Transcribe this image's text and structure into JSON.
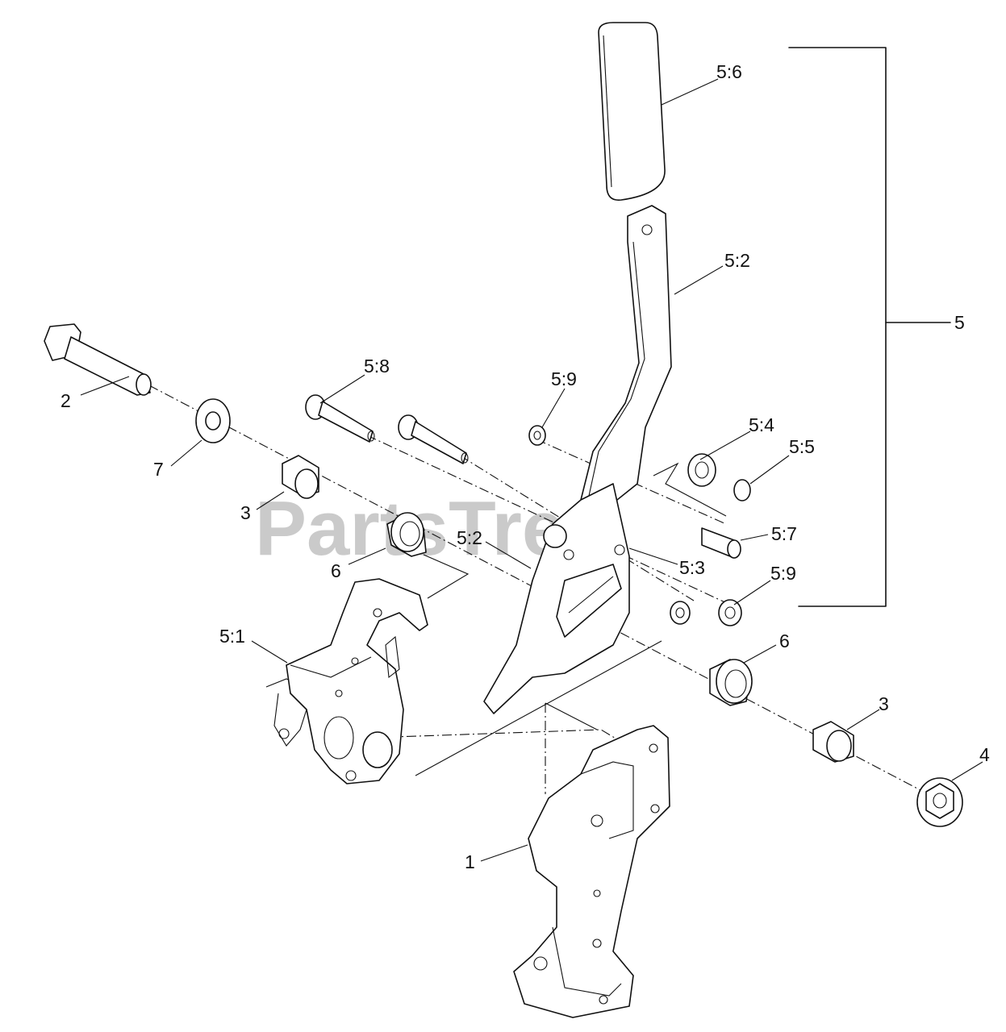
{
  "watermark": "PartsTree",
  "callouts": [
    "5:6",
    "5:2",
    "5",
    "2",
    "5:8",
    "5:9",
    "5:4",
    "5:5",
    "7",
    "3",
    "5:7",
    "5:2",
    "5:3",
    "6",
    "5:9",
    "5:1",
    "6",
    "3",
    "4",
    "1"
  ]
}
